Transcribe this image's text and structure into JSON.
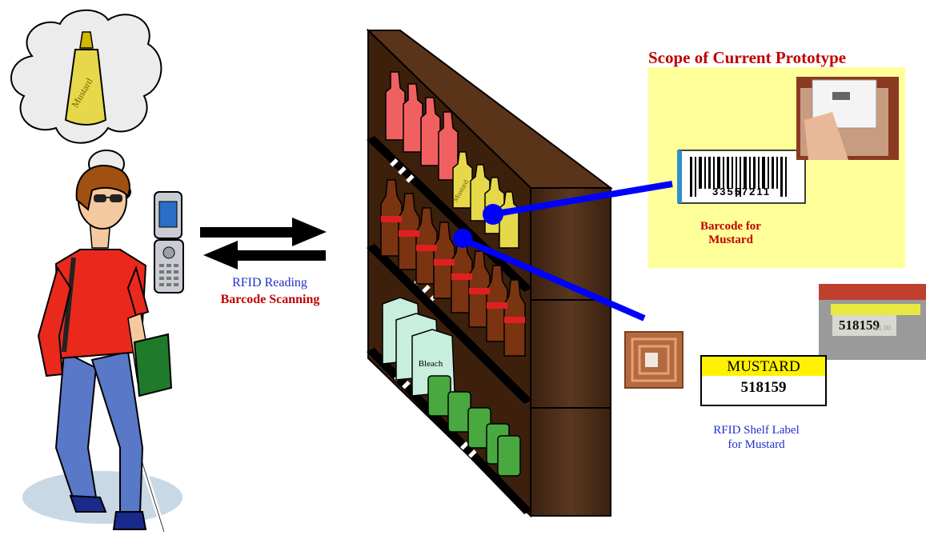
{
  "title": "Scope of Current Prototype",
  "arrows": {
    "line1": "RFID Reading",
    "line2": "Barcode Scanning"
  },
  "barcode": {
    "number": "33557211",
    "caption_line1": "Barcode for",
    "caption_line2": "Mustard"
  },
  "rfid_label": {
    "caption_line1": "RFID Shelf Label",
    "caption_line2": "for Mustard"
  },
  "shelf_label": {
    "name": "MUSTARD",
    "code": "518159"
  },
  "photo": {
    "code": "518159",
    "price": "$1.00"
  },
  "thought_bottle_label": "Mustard",
  "mustard_bottle_label": "Mustard",
  "bleach_label": "Bleach",
  "colors": {
    "title_red": "#c00000",
    "caption_blue": "#2030c8",
    "pointer_blue": "#0000ff",
    "yellow_panel": "#ffff99",
    "label_yellow": "#fff200",
    "shelf_brown": "#4a2a14"
  }
}
